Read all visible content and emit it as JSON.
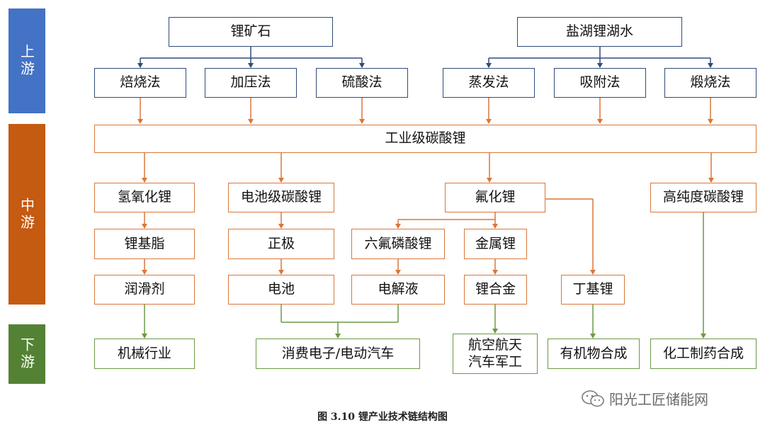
{
  "stages": {
    "upstream": {
      "label": "上游",
      "color": "#4472c4"
    },
    "midstream": {
      "label": "中游",
      "color": "#c55a11"
    },
    "downstream": {
      "label": "下游",
      "color": "#548235"
    }
  },
  "sources": {
    "ore": "锂矿石",
    "brine": "盐湖锂湖水"
  },
  "methods": {
    "roast": "焙烧法",
    "pressure": "加压法",
    "sulfuric": "硫酸法",
    "evaporation": "蒸发法",
    "adsorption": "吸附法",
    "calcination": "煅烧法"
  },
  "industrial_carbonate": "工业级碳酸锂",
  "midstream": {
    "hydroxide": "氢氧化锂",
    "grease": "锂基脂",
    "lubricant": "润滑剂",
    "battery_carbonate": "电池级碳酸锂",
    "cathode": "正极",
    "battery": "电池",
    "fluoride": "氟化锂",
    "lipf6": "六氟磷酸锂",
    "electrolyte": "电解液",
    "metal_li": "金属锂",
    "alloy": "锂合金",
    "butyl": "丁基锂",
    "high_purity": "高纯度碳酸锂"
  },
  "downstream": {
    "machinery": "机械行业",
    "consumer_ev": "消费电子/电动汽车",
    "aero": "航空航天\n汽车军工",
    "organic": "有机物合成",
    "chem_pharma": "化工制药合成"
  },
  "caption": "图 3.10 锂产业技术链结构图",
  "watermark": "阳光工匠储能网",
  "colors": {
    "blue_border": "#2f4b7a",
    "orange": "#d9773a",
    "green": "#6a9a45"
  }
}
